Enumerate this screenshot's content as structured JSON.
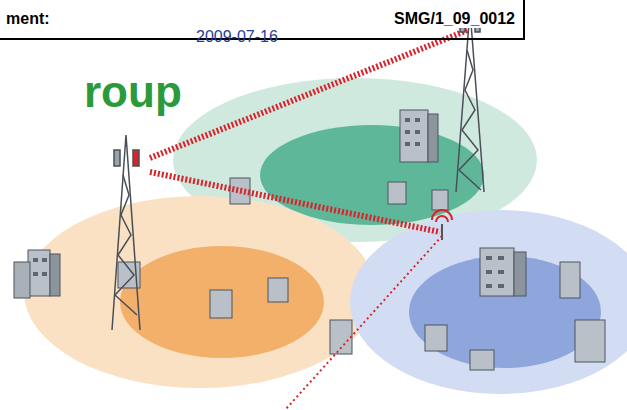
{
  "diagram": {
    "nodes": [
      {
        "text": [
          "ment:",
          "SMG/1_09_0012"
        ]
      }
    ],
    "labels": [
      "2009-07-16",
      "roup"
    ]
  }
}
